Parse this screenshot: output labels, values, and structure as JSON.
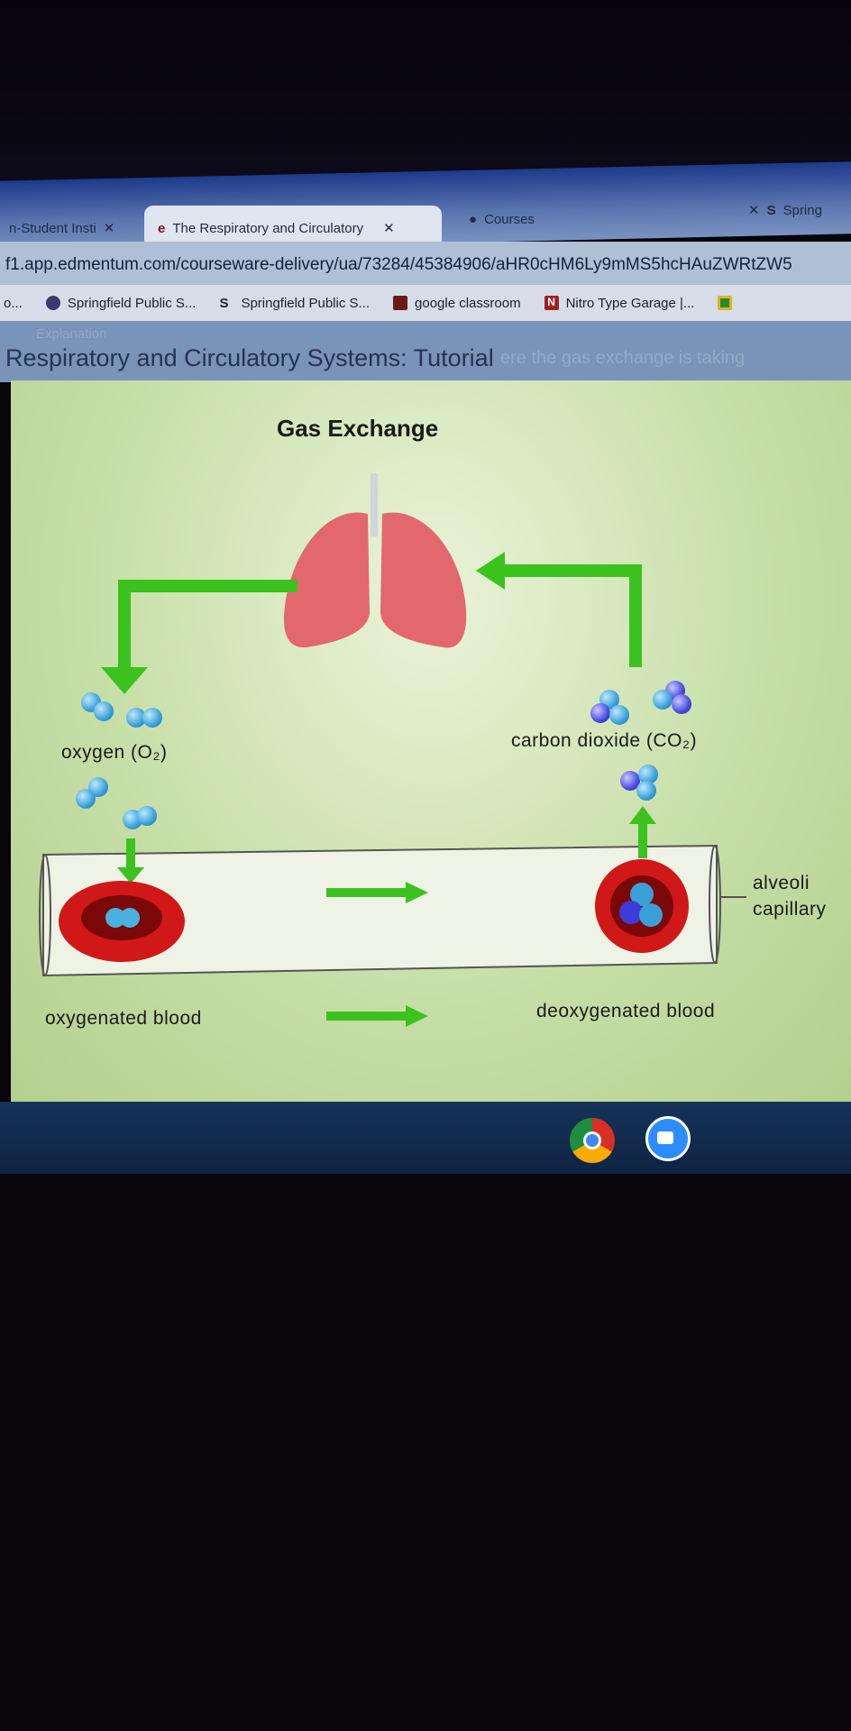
{
  "browser": {
    "tabs": [
      {
        "label": "n-Student Insti",
        "active": false
      },
      {
        "label": "The Respiratory and Circulatory",
        "active": true
      },
      {
        "label": "Courses",
        "active": false
      },
      {
        "label": "Spring",
        "active": false
      }
    ],
    "url": "f1.app.edmentum.com/courseware-delivery/ua/73284/45384906/aHR0cHM6Ly9mMS5hcHAuZWRtZW5",
    "bookmarks": [
      {
        "label": "o...",
        "icon": "generic"
      },
      {
        "label": "Springfield Public S...",
        "icon": "badge-icon"
      },
      {
        "label": "Springfield Public S...",
        "icon": "sps-icon"
      },
      {
        "label": "google classroom",
        "icon": "classroom-icon"
      },
      {
        "label": "Nitro Type Garage |...",
        "icon": "nitro-icon"
      }
    ]
  },
  "page": {
    "explanation_label": "Explanation",
    "title": "Respiratory and Circulatory Systems: Tutorial",
    "ghost_text": "ere the gas exchange is taking"
  },
  "diagram": {
    "title": "Gas Exchange",
    "oxygen_label": "oxygen (O₂)",
    "co2_label": "carbon dioxide (CO₂)",
    "alveoli_label": "alveoli",
    "capillary_label": "capillary",
    "oxygenated_label": "oxygenated blood",
    "deoxygenated_label": "deoxygenated blood",
    "colors": {
      "arrow": "#3cc21e",
      "blood": "#d01818",
      "oxygen": "#3aa0d8",
      "carbon": "#3b3bd8"
    }
  },
  "shelf": {
    "apps": [
      "chrome-icon",
      "zoom-icon"
    ]
  }
}
